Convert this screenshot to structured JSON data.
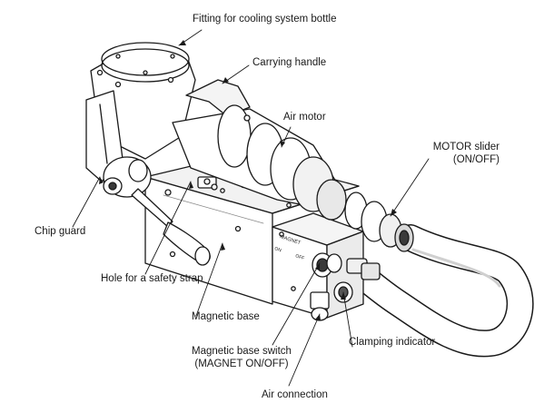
{
  "labels": {
    "cooling_bottle": "Fitting for cooling system bottle",
    "carrying_handle": "Carrying handle",
    "air_motor": "Air motor",
    "motor_slider_line1": "MOTOR slider",
    "motor_slider_line2": "(ON/OFF)",
    "chip_guard": "Chip guard",
    "safety_strap": "Hole for a safety strap",
    "magnetic_base": "Magnetic base",
    "magnet_switch_line1": "Magnetic base switch",
    "magnet_switch_line2": "(MAGNET ON/OFF)",
    "clamping_indicator": "Clamping indicator",
    "air_connection": "Air connection"
  },
  "panel_text": {
    "magnet": "MAGNET",
    "on": "ON",
    "off": "OFF"
  },
  "colors": {
    "line": "#1a1a1a",
    "fill": "#ffffff",
    "shade": "#e6e6e6",
    "dark": "#3a3a3a"
  }
}
